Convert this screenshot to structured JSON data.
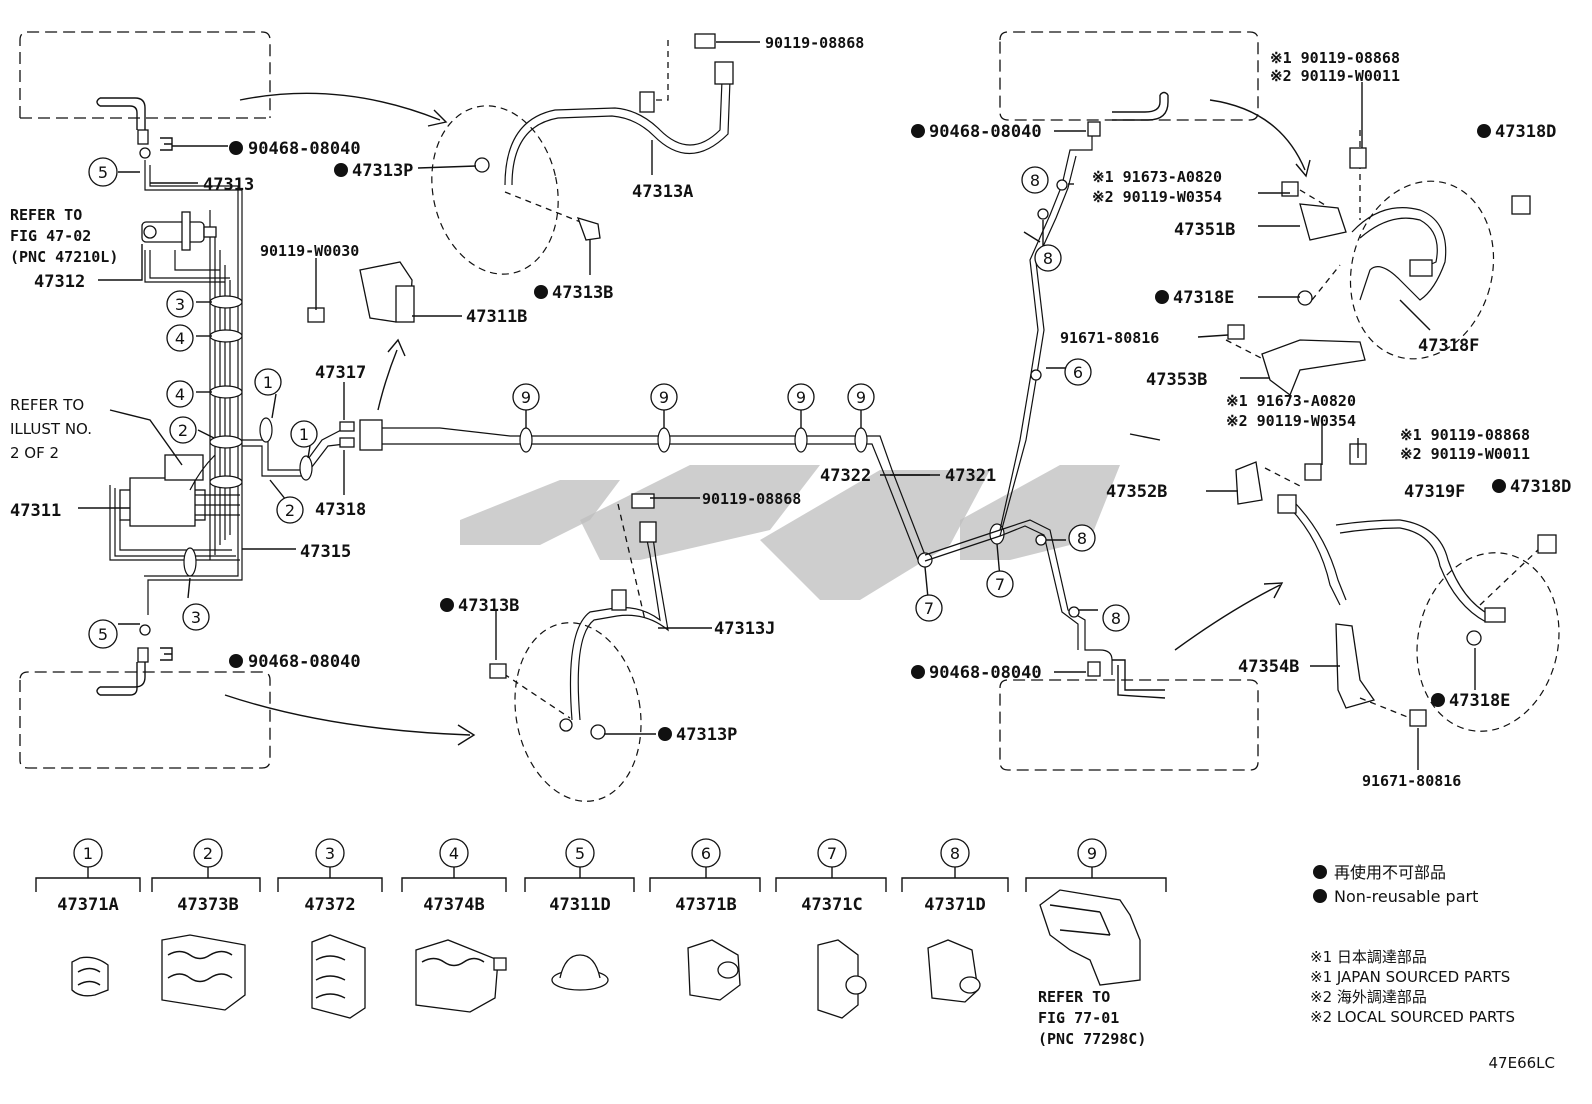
{
  "diagram_code": "47E66LC",
  "refer_notes": {
    "left": [
      "REFER TO",
      "FIG 47-02",
      "(PNC 47210L)"
    ],
    "illust": [
      "REFER TO",
      "ILLUST NO.",
      "2 OF 2"
    ],
    "clip9": [
      "REFER TO",
      "FIG 77-01",
      "(PNC 77298C)"
    ]
  },
  "part_numbers": {
    "p90468_08040": "90468-08040",
    "p47313": "47313",
    "p47312": "47312",
    "p47311": "47311",
    "p47315": "47315",
    "p47317": "47317",
    "p47318": "47318",
    "p47311B": "47311B",
    "p90119_W0030": "90119-W0030",
    "p90119_08868": "90119-08868",
    "p47313P": "47313P",
    "p47313A": "47313A",
    "p47313B": "47313B",
    "p47313J": "47313J",
    "p47322": "47322",
    "p47321": "47321",
    "p47351B": "47351B",
    "p47318E": "47318E",
    "p47318D": "47318D",
    "p47318F": "47318F",
    "p91671_80816": "91671-80816",
    "p47353B": "47353B",
    "p47352B": "47352B",
    "p47319F": "47319F",
    "p47354B": "47354B",
    "s1_90119_08868": "※1 90119-08868",
    "s2_90119_W0011": "※2 90119-W0011",
    "s1_91673_A0820": "※1 91673-A0820",
    "s2_90119_W0354": "※2 90119-W0354"
  },
  "clips": [
    {
      "num": "1",
      "part": "47371A"
    },
    {
      "num": "2",
      "part": "47373B"
    },
    {
      "num": "3",
      "part": "47372"
    },
    {
      "num": "4",
      "part": "47374B"
    },
    {
      "num": "5",
      "part": "47311D"
    },
    {
      "num": "6",
      "part": "47371B"
    },
    {
      "num": "7",
      "part": "47371C"
    },
    {
      "num": "8",
      "part": "47371D"
    },
    {
      "num": "9",
      "part": ""
    }
  ],
  "legend": {
    "nonreusable_jp": "再使用不可部品",
    "nonreusable_en": "Non-reusable part",
    "s1_jp": "※1 日本調達部品",
    "s1_en": "※1 JAPAN SOURCED PARTS",
    "s2_jp": "※2 海外調達部品",
    "s2_en": "※2 LOCAL SOURCED PARTS"
  },
  "callout_numbers": [
    "1",
    "2",
    "3",
    "4",
    "5",
    "6",
    "7",
    "8",
    "9"
  ]
}
